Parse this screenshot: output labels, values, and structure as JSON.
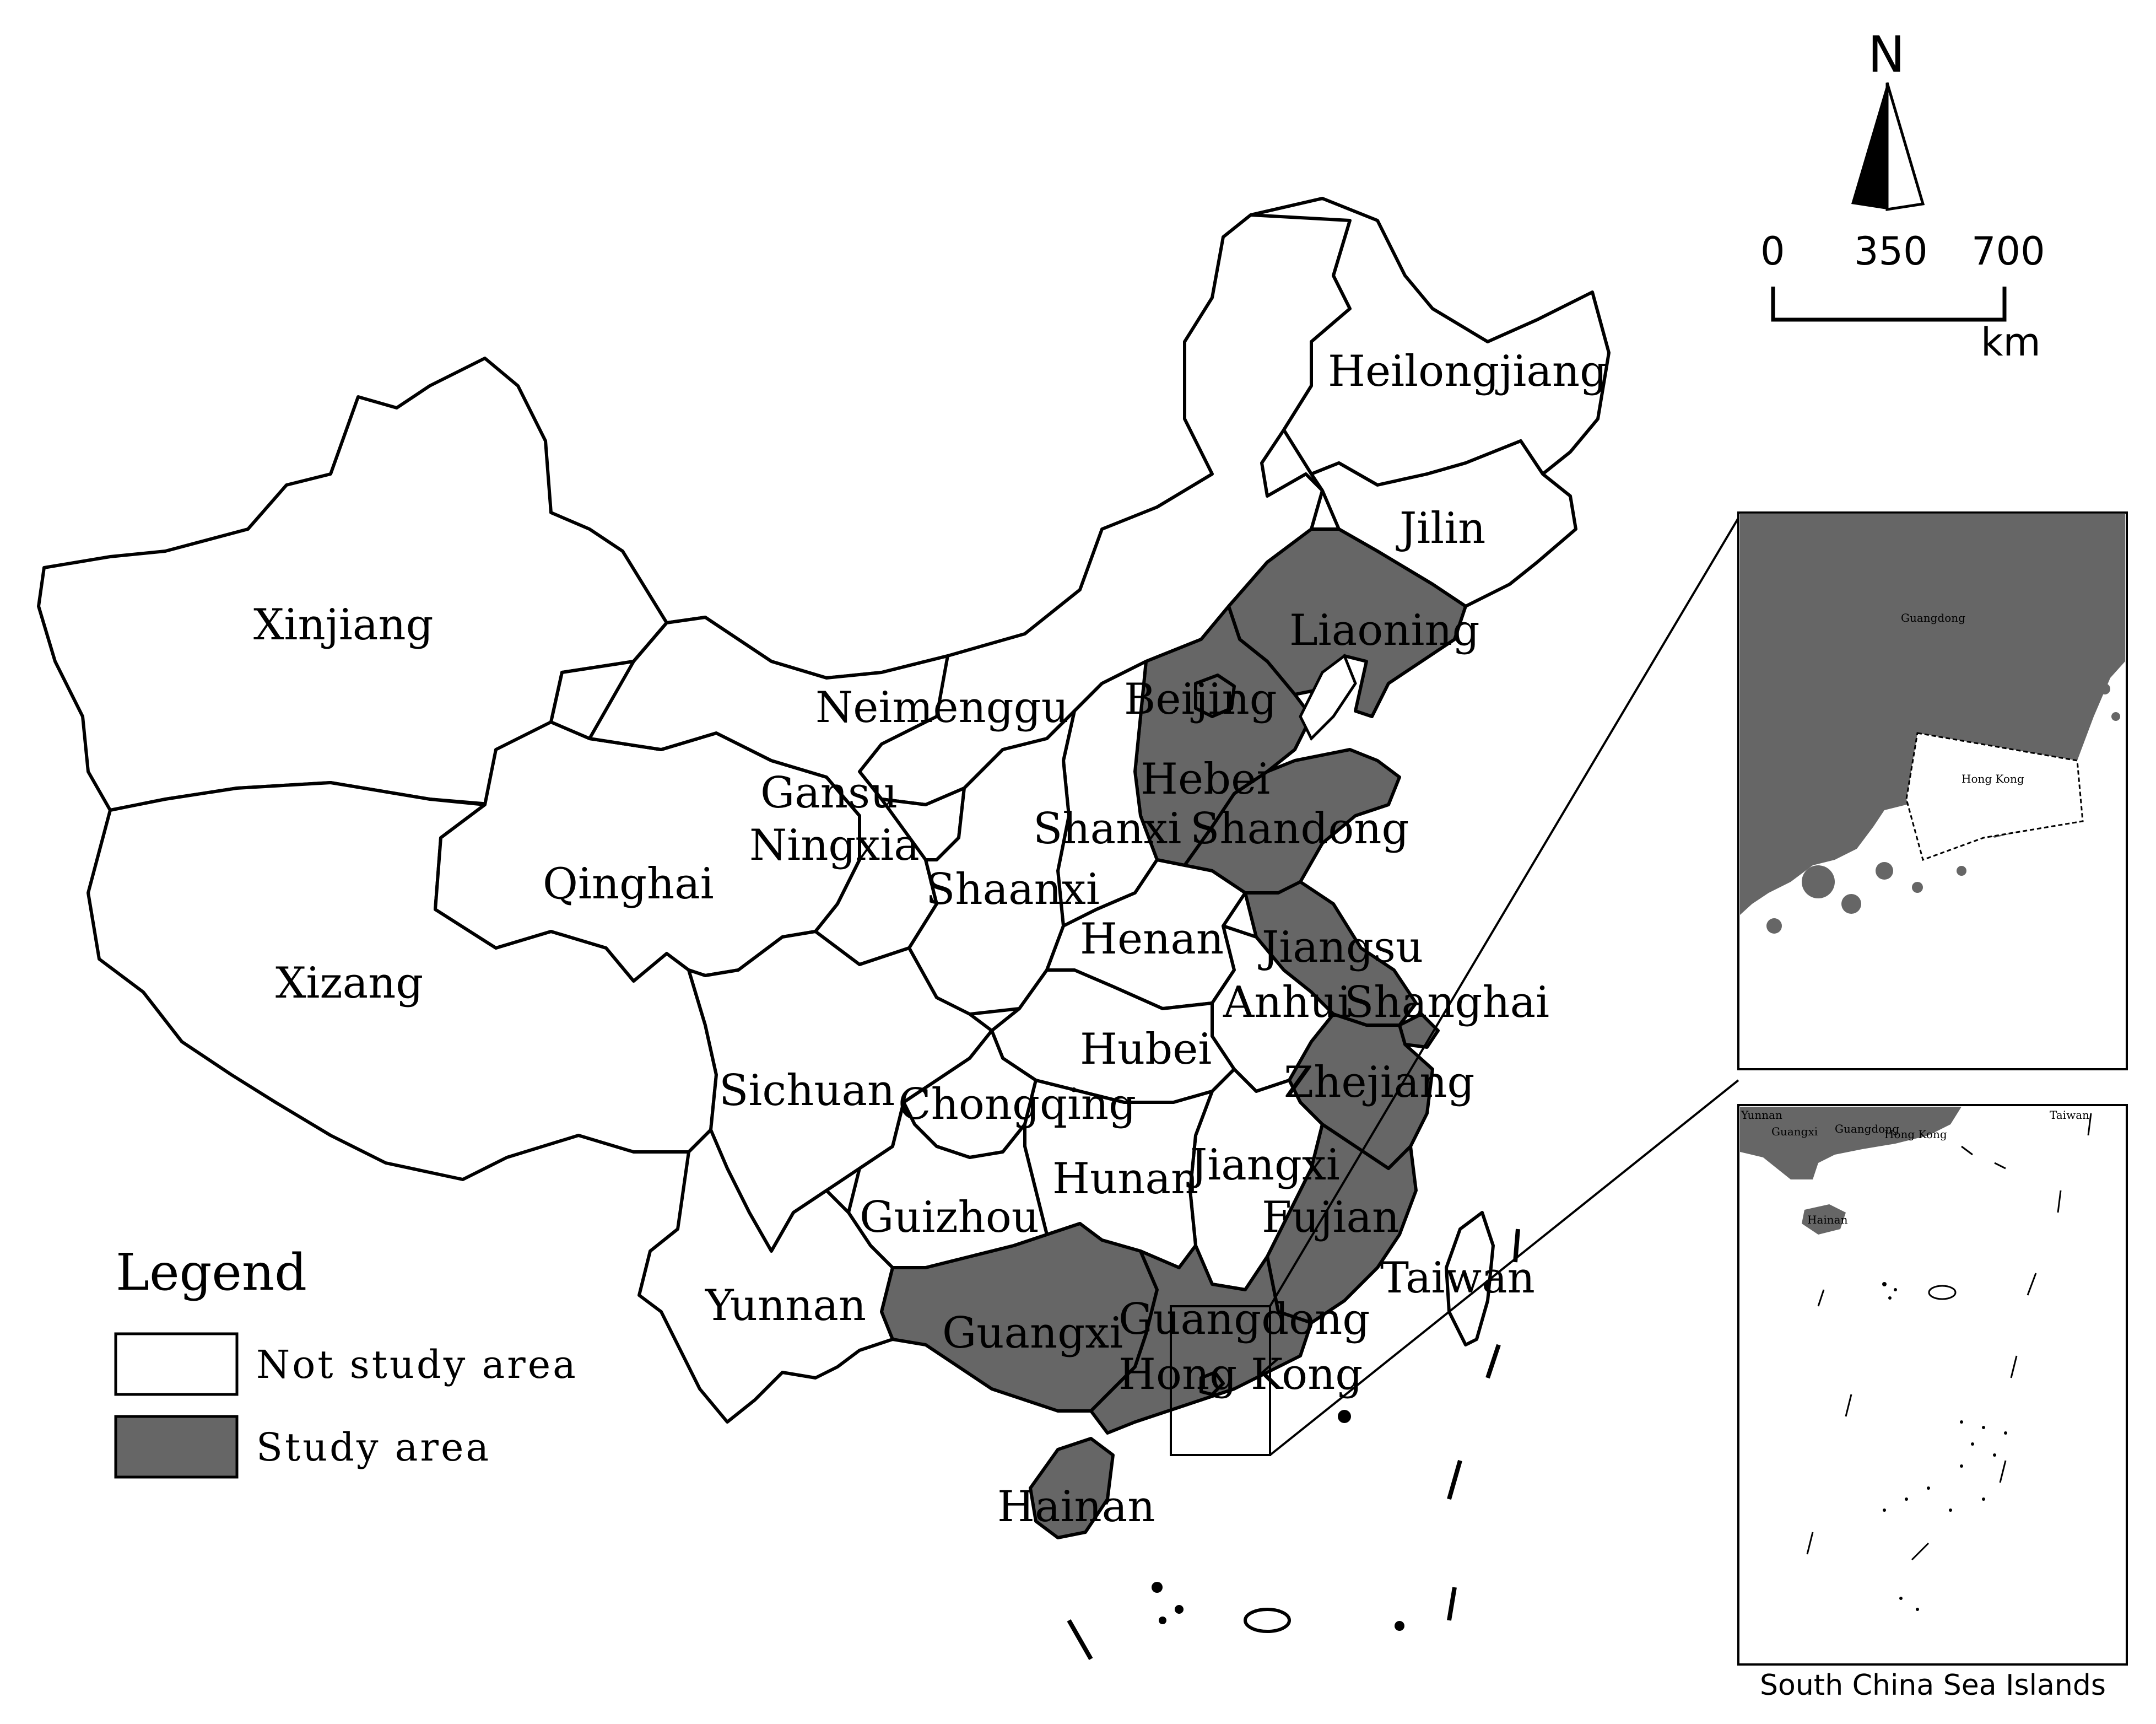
{
  "colors": {
    "study": "#666666",
    "not_study": "#ffffff",
    "border": "#000000"
  },
  "provinces": [
    {
      "id": "xinjiang",
      "label": "Xinjiang",
      "study": false
    },
    {
      "id": "xizang",
      "label": "Xizang",
      "study": false
    },
    {
      "id": "qinghai",
      "label": "Qinghai",
      "study": false
    },
    {
      "id": "neimenggu",
      "label": "Neimenggu",
      "study": false
    },
    {
      "id": "heilongjiang",
      "label": "Heilongjiang",
      "study": false
    },
    {
      "id": "jilin",
      "label": "Jilin",
      "study": false
    },
    {
      "id": "liaoning",
      "label": "Liaoning",
      "study": true
    },
    {
      "id": "beijing",
      "label": "Beijing",
      "study": true
    },
    {
      "id": "hebei",
      "label": "Hebei",
      "study": true
    },
    {
      "id": "gansu",
      "label": "Gansu",
      "study": false
    },
    {
      "id": "ningxia",
      "label": "Ningxia",
      "study": false
    },
    {
      "id": "shanxi",
      "label": "Shanxi",
      "study": false
    },
    {
      "id": "shandong",
      "label": "Shandong",
      "study": true
    },
    {
      "id": "shaanxi",
      "label": "Shaanxi",
      "study": false
    },
    {
      "id": "henan",
      "label": "Henan",
      "study": false
    },
    {
      "id": "jiangsu",
      "label": "Jiangsu",
      "study": true
    },
    {
      "id": "anhui",
      "label": "Anhui",
      "study": false
    },
    {
      "id": "shanghai",
      "label": "Shanghai",
      "study": true
    },
    {
      "id": "hubei",
      "label": "Hubei",
      "study": false
    },
    {
      "id": "sichuan",
      "label": "Sichuan",
      "study": false
    },
    {
      "id": "chongqing",
      "label": "Chongqing",
      "study": false
    },
    {
      "id": "zhejiang",
      "label": "Zhejiang",
      "study": true
    },
    {
      "id": "jiangxi",
      "label": "Jiangxi",
      "study": false
    },
    {
      "id": "hunan",
      "label": "Hunan",
      "study": false
    },
    {
      "id": "guizhou",
      "label": "Guizhou",
      "study": false
    },
    {
      "id": "fujian",
      "label": "Fujian",
      "study": true
    },
    {
      "id": "yunnan",
      "label": "Yunnan",
      "study": false
    },
    {
      "id": "guangxi",
      "label": "Guangxi",
      "study": true
    },
    {
      "id": "guangdong",
      "label": "Guangdong",
      "study": true
    },
    {
      "id": "hongkong",
      "label": "Hong Kong",
      "study": true
    },
    {
      "id": "taiwan",
      "label": "Taiwan",
      "study": false
    },
    {
      "id": "hainan",
      "label": "Hainan",
      "study": true
    }
  ],
  "legend": {
    "title": "Legend",
    "items": [
      {
        "label": "Not study area",
        "study": false
      },
      {
        "label": "Study area",
        "study": true
      }
    ]
  },
  "north_arrow": {
    "label": "N"
  },
  "scale_bar": {
    "ticks": [
      "0",
      "350",
      "700"
    ],
    "unit": "km"
  },
  "inset_hk": {
    "labels": [
      "Guangdong",
      "Hong Kong"
    ]
  },
  "inset_scs": {
    "title": "South China Sea Islands",
    "labels": [
      "Yunnan",
      "Guangxi",
      "Guangdong",
      "Hong Kong",
      "Taiwan",
      "Hainan"
    ]
  }
}
